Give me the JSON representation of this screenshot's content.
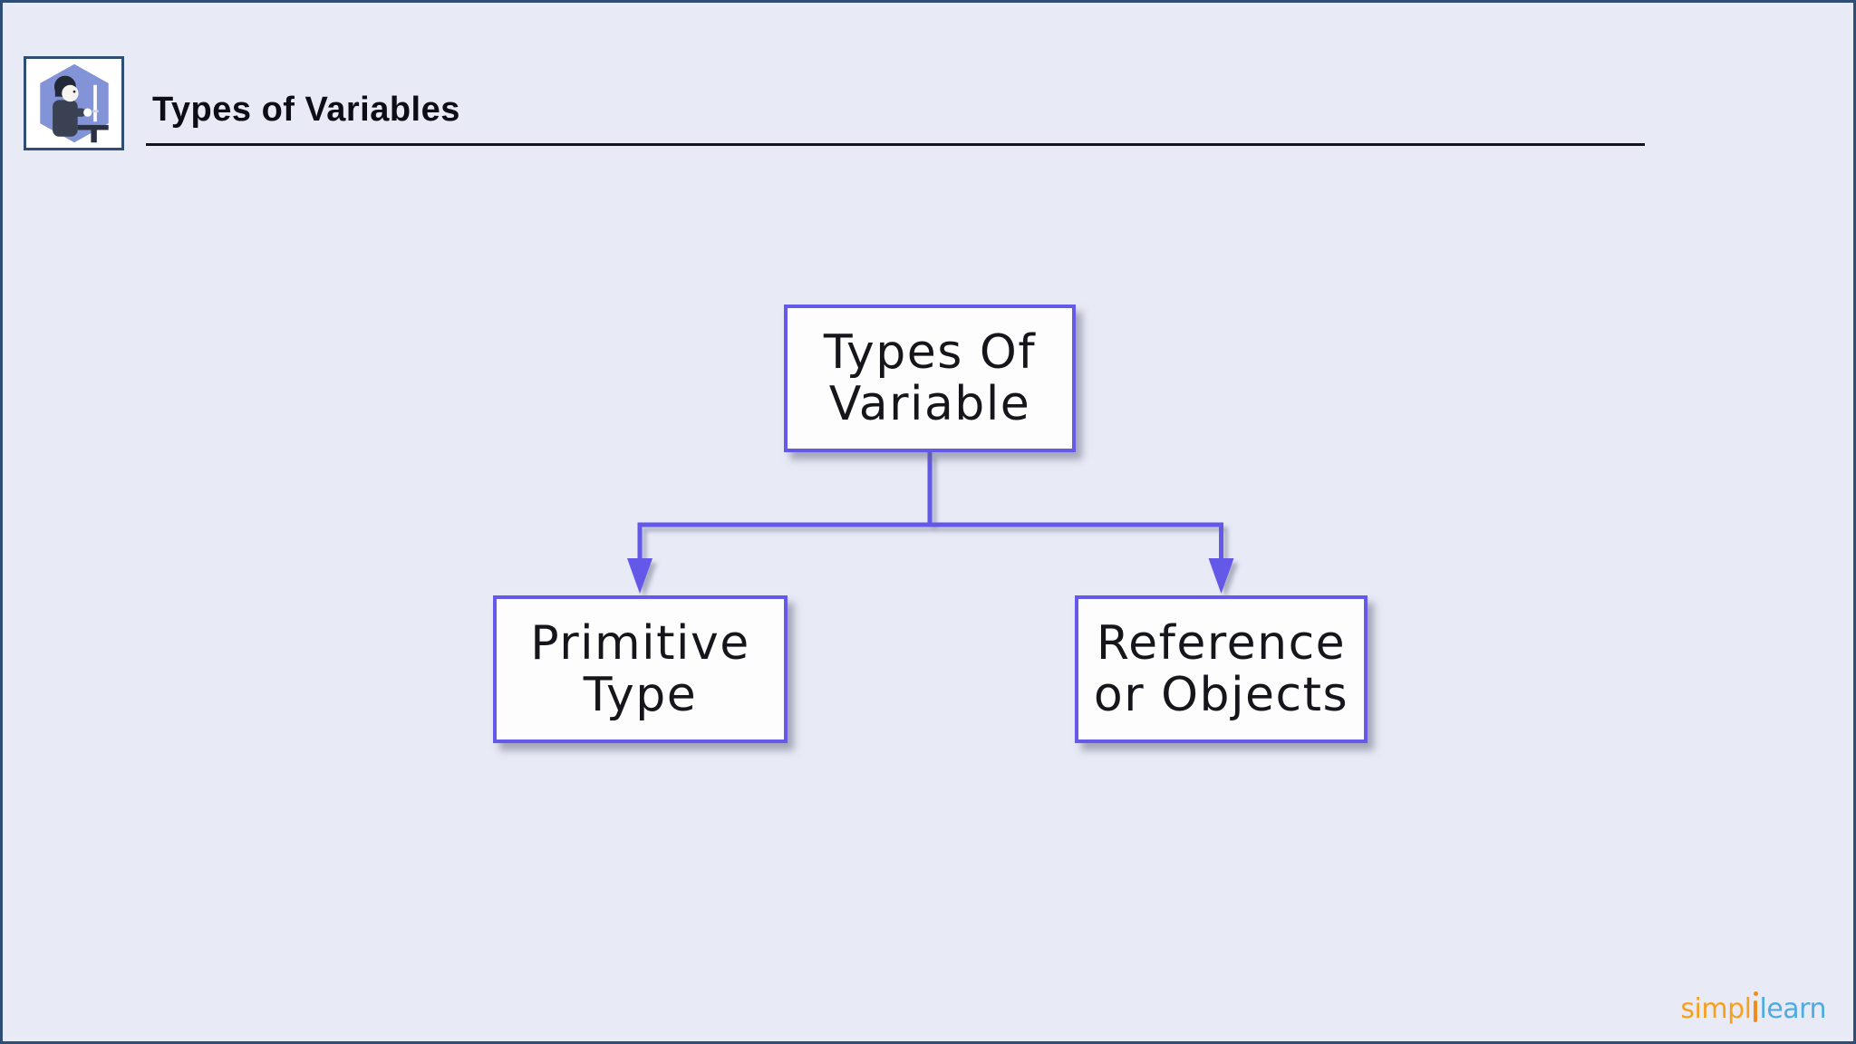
{
  "header": {
    "title": "Types of Variables"
  },
  "diagram": {
    "type": "flowchart-hierarchy",
    "root": {
      "label": "Types Of Variable",
      "line1": "Types Of",
      "line2": "Variable"
    },
    "children": [
      {
        "label": "Primitive Type",
        "line1": "Primitive",
        "line2": "Type"
      },
      {
        "label": "Reference or Objects",
        "line1": "Reference",
        "line2": "or Objects"
      }
    ],
    "edges": [
      {
        "from": "Types Of Variable",
        "to": "Primitive Type"
      },
      {
        "from": "Types Of Variable",
        "to": "Reference or Objects"
      }
    ]
  },
  "branding": {
    "wordmark_left": "simpl",
    "wordmark_i": "i",
    "wordmark_right": "learn"
  },
  "icons": {
    "badge": "person-at-computer-icon",
    "arrowheads": "arrow-down-icon"
  },
  "colors": {
    "background": "#e8eaf6",
    "frame_border": "#2f4e73",
    "node_border": "#6459e8",
    "node_fill": "#fdfdfe",
    "connector": "#6459e8",
    "title_text": "#0d0d15",
    "node_text": "#15151b",
    "badge_hexagon": "#8293d7",
    "logo_orange": "#f5a11d",
    "logo_blue": "#4fabe0"
  }
}
